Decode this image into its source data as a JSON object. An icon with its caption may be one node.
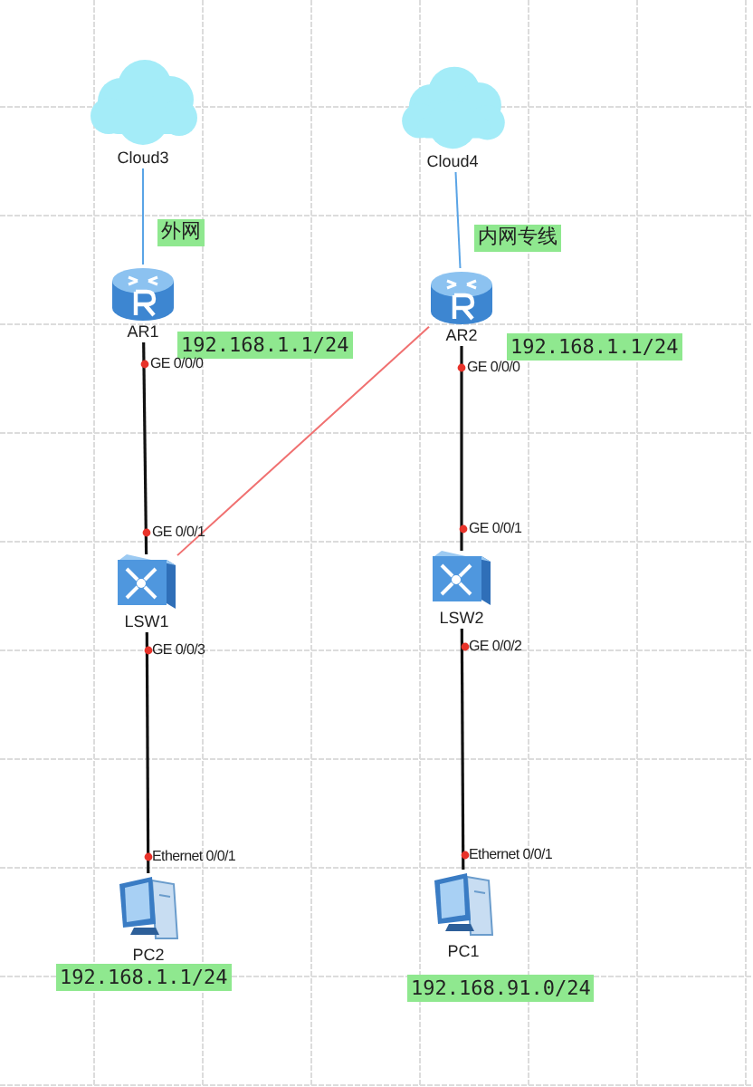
{
  "diagram": {
    "nodes": [
      {
        "text": [
          "Cloud3"
        ]
      },
      {
        "text": [
          "Cloud4"
        ]
      },
      {
        "text": [
          "AR1"
        ]
      },
      {
        "text": [
          "AR2"
        ]
      },
      {
        "text": [
          "LSW1"
        ]
      },
      {
        "text": [
          "LSW2"
        ]
      },
      {
        "text": [
          "PC2"
        ]
      },
      {
        "text": [
          "PC1"
        ]
      }
    ],
    "edges": [
      {
        "from": 0,
        "to": 2,
        "arrow": "none",
        "color": "#5aa4e6"
      },
      {
        "from": 1,
        "to": 3,
        "arrow": "none",
        "color": "#5aa4e6"
      },
      {
        "from": 2,
        "to": 4,
        "arrow": "none"
      },
      {
        "from": 3,
        "to": 5,
        "arrow": "none"
      },
      {
        "from": 3,
        "to": 4,
        "arrow": "none",
        "color": "#f07070"
      },
      {
        "from": 4,
        "to": 6,
        "arrow": "none"
      },
      {
        "from": 5,
        "to": 7,
        "arrow": "none"
      }
    ],
    "labels": [
      "外网",
      "内网专线",
      "192.168.1.1/24",
      "GE 0/0/0",
      "192.168.1.1/24",
      "GE 0/0/0",
      "GE 0/0/1",
      "GE 0/0/1",
      "GE 0/0/3",
      "GE 0/0/2",
      "Ethernet 0/0/1",
      "Ethernet 0/0/1",
      "192.168.1.1/24",
      "192.168.91.0/24"
    ]
  }
}
